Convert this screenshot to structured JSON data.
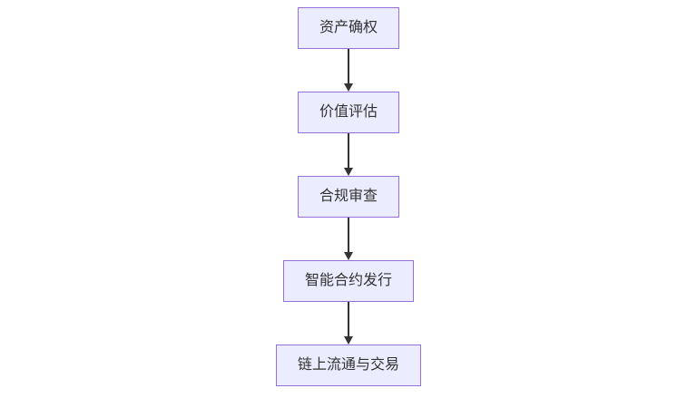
{
  "theme": {
    "node_fill": "#ECECFF",
    "node_border": "#9370DB",
    "text_color": "#333333",
    "arrow_color": "#333333",
    "canvas_bg": "#ffffff"
  },
  "chart_data": {
    "type": "flowchart",
    "direction": "top-down",
    "nodes": [
      {
        "id": "A",
        "label": "资产确权"
      },
      {
        "id": "B",
        "label": "价值评估"
      },
      {
        "id": "C",
        "label": "合规审查"
      },
      {
        "id": "D",
        "label": "智能合约发行"
      },
      {
        "id": "E",
        "label": "链上流通与交易"
      }
    ],
    "edges": [
      {
        "from": "A",
        "to": "B"
      },
      {
        "from": "B",
        "to": "C"
      },
      {
        "from": "C",
        "to": "D"
      },
      {
        "from": "D",
        "to": "E"
      }
    ]
  }
}
